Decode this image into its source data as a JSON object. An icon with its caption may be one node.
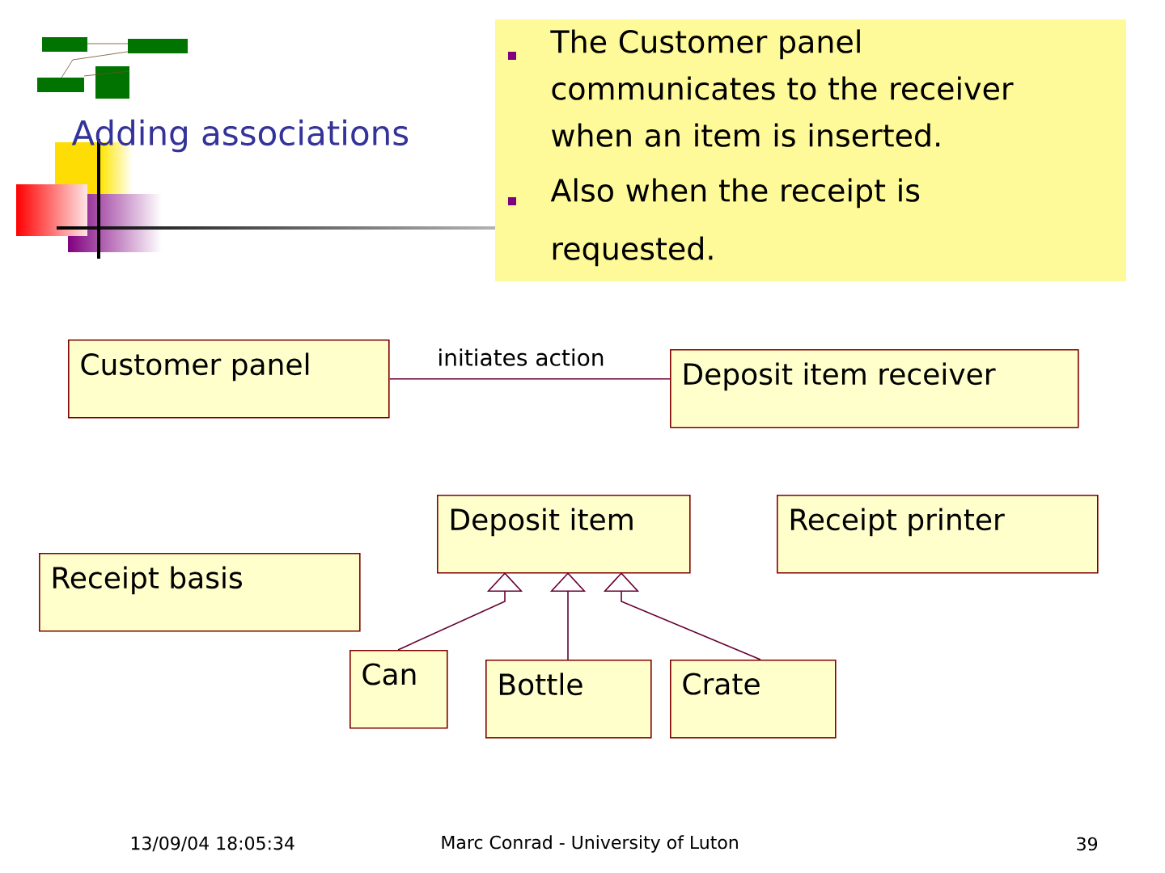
{
  "diagram": {
    "title": "Adding associations",
    "nodes": [
      {
        "text": [
          "Customer panel"
        ]
      },
      {
        "text": [
          "Deposit item receiver"
        ]
      },
      {
        "text": [
          "Deposit item"
        ]
      },
      {
        "text": [
          "Receipt printer"
        ]
      },
      {
        "text": [
          "Receipt basis"
        ]
      },
      {
        "text": [
          "Can"
        ]
      },
      {
        "text": [
          "Bottle"
        ]
      },
      {
        "text": [
          "Crate"
        ]
      }
    ],
    "edges": [
      {
        "from": 0,
        "to": 1,
        "arrow": "none",
        "label": "initiates action"
      },
      {
        "from": 5,
        "to": 2,
        "arrow": "to"
      },
      {
        "from": 6,
        "to": 2,
        "arrow": "to"
      },
      {
        "from": 7,
        "to": 2,
        "arrow": "to"
      }
    ],
    "labels": [
      "The Customer panel communicates to the receiver when an item is inserted.",
      "Also when the receipt is requested.",
      "13/09/04 18:05:34",
      "Marc Conrad - University of Luton",
      "39"
    ]
  }
}
